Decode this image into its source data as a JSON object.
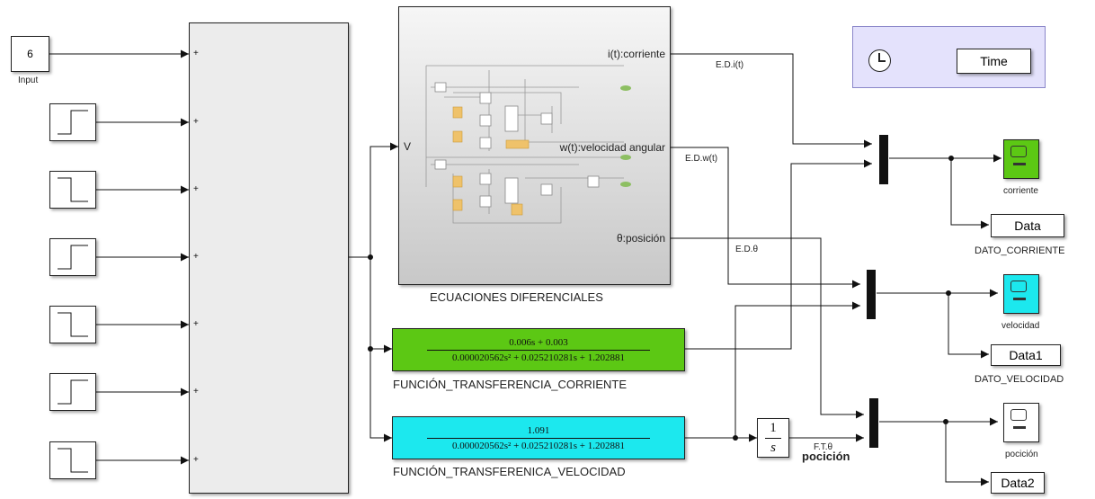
{
  "constant": {
    "value": "6",
    "label": "Input"
  },
  "subsystem": {
    "label": "ECUACIONES DIFERENCIALES",
    "in_port": "V",
    "out_ports": [
      "i(t):corriente",
      "w(t):velocidad angular",
      "θ:posición"
    ]
  },
  "tf_current": {
    "numerator": "0.006s + 0.003",
    "denominator": "0.000020562s² + 0.025210281s + 1.202881",
    "label": "FUNCIÓN_TRANSFERENCIA_CORRIENTE",
    "color": "#5cc814"
  },
  "tf_velocity": {
    "numerator": "1.091",
    "denominator": "0.000020562s² + 0.025210281s + 1.202881",
    "label": "FUNCIÓN_TRANSFERENICA_VELOCIDAD",
    "color": "#1ce8ee"
  },
  "integrator": {
    "numerator": "1",
    "denominator": "s"
  },
  "clock_area": {
    "block_text": "Time",
    "background": "#e4e2fc"
  },
  "signals": {
    "ed_i": "E.D.i(t)",
    "ed_w": "E.D.w(t)",
    "ed_theta": "E.D.θ",
    "ft_theta": "F.T.θ",
    "pocicion_label": "pocición"
  },
  "scopes": [
    {
      "label": "corriente",
      "color": "#5cc814"
    },
    {
      "label": "velocidad",
      "color": "#1ce8ee"
    },
    {
      "label": "pocición",
      "color": "#ffffff"
    }
  ],
  "to_workspace": [
    {
      "text": "Data",
      "label": "DATO_CORRIENTE"
    },
    {
      "text": "Data1",
      "label": "DATO_VELOCIDAD"
    },
    {
      "text": "Data2",
      "label": ""
    }
  ],
  "sum_input_sign": "+"
}
